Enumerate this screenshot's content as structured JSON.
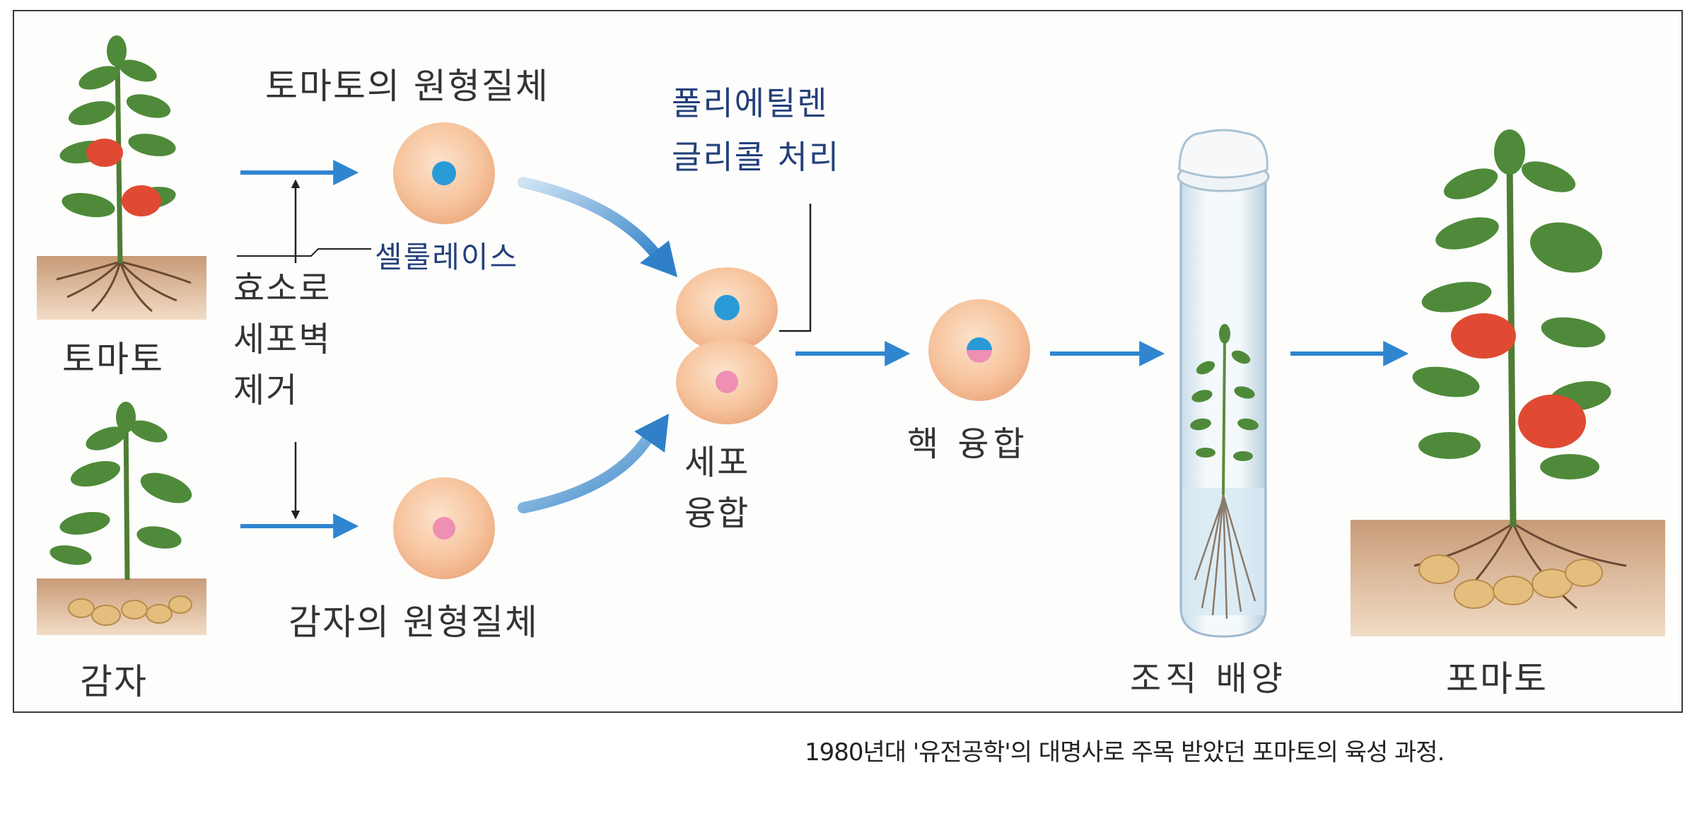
{
  "labels": {
    "tomato_protoplast": "토마토의 원형질체",
    "potato_protoplast": "감자의 원형질체",
    "tomato": "토마토",
    "potato": "감자",
    "enzyme_line1": "효소로",
    "enzyme_line2": "세포벽",
    "enzyme_line3": "제거",
    "cellulase": "셀룰레이스",
    "peg_line1": "폴리에틸렌",
    "peg_line2": "글리콜 처리",
    "cell_fusion_line1": "세포",
    "cell_fusion_line2": "융합",
    "nuclear_fusion": "핵 융합",
    "tissue_culture": "조직 배양",
    "pomato": "포마토"
  },
  "caption": "1980년대 '유전공학'의 대명사로 주목 받았던 포마토의 육성 과정.",
  "colors": {
    "arrow_blue": "#2f86cf",
    "cell_fill": "#f6c9a4",
    "tomato_nucleus": "#2a9ad6",
    "potato_nucleus": "#ef8fb3",
    "leaf_green": "#4f8a3a",
    "soil": "#b98762",
    "tomato_red": "#e04a32"
  }
}
